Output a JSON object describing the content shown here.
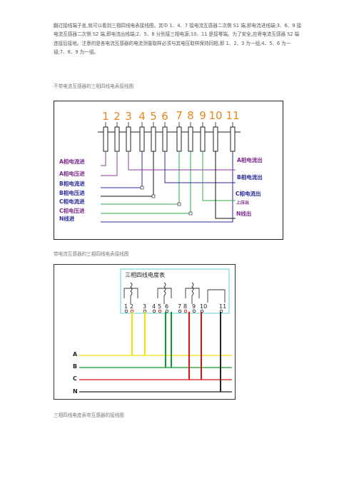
{
  "paragraph": "翻过接线端子盖,就可以看到三相四线电表接线图。其中 1、4、7 接电流互感器二次侧 S1 端,即电流进线端;3、6、9 接电流互感器二次侧 S2 端,即电流出线端;2、5、8 分别接三相电源;10、11 是接零端。为了安全,应将电流互感器 S2 端连接后接地。注意的是各电流互感器的电流测量取样必须与其电压取样保持同相,即 1、2、3 为一组;4、5、6 为一组;7、8、9 为一组。",
  "caption1": "不带电流互感器的三相四线电表接线图",
  "caption2": "带电流互感器的三相四线电表接线图",
  "caption3": "三相四线电度表带互感器的接线图",
  "fig1": {
    "terminals": [
      "1",
      "2",
      "3",
      "4",
      "5",
      "6",
      "7",
      "8",
      "9",
      "10",
      "11"
    ],
    "left_labels": [
      "A相电流进",
      "A相电压进",
      "B相电流进",
      "B相电压进",
      "C相电流进",
      "C相电压进",
      "N线进"
    ],
    "right_labels": [
      "A相电流出",
      "B相电流出",
      "C相电流出",
      "N线出"
    ],
    "right_extra": "上压出"
  },
  "fig2": {
    "title": "三相四线电度表",
    "terminals": [
      "1",
      "2",
      "3",
      "4",
      "5",
      "6",
      "7",
      "8",
      "9",
      "10",
      "11"
    ],
    "lines": [
      "A",
      "B",
      "C",
      "N"
    ],
    "colors": {
      "A": "#f5e000",
      "B": "#119a2c",
      "C": "#d81414",
      "N": "#222222"
    }
  }
}
